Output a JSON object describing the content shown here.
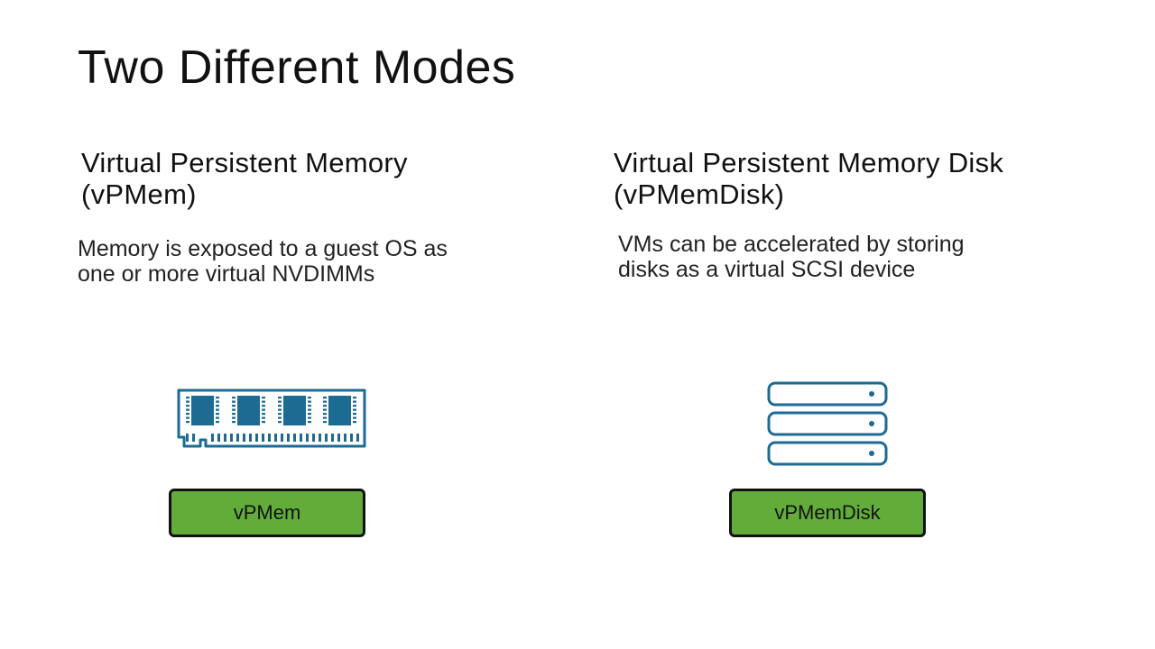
{
  "slide": {
    "title": "Two Different Modes"
  },
  "left": {
    "heading_line1": "Virtual Persistent Memory",
    "heading_line2": "(vPMem)",
    "desc_line1": "Memory is exposed to a guest OS as",
    "desc_line2": "one or more virtual NVDIMMs",
    "icon": "memory-module-icon",
    "button_label": "vPMem"
  },
  "right": {
    "heading_line1": "Virtual Persistent Memory Disk",
    "heading_line2": "(vPMemDisk)",
    "desc_line1": "VMs can be accelerated by storing",
    "desc_line2": "disks as a virtual SCSI device",
    "icon": "storage-server-icon",
    "button_label": "vPMemDisk"
  },
  "colors": {
    "icon_blue": "#1d6a93",
    "button_green": "#62ad3a",
    "border": "#111111"
  }
}
